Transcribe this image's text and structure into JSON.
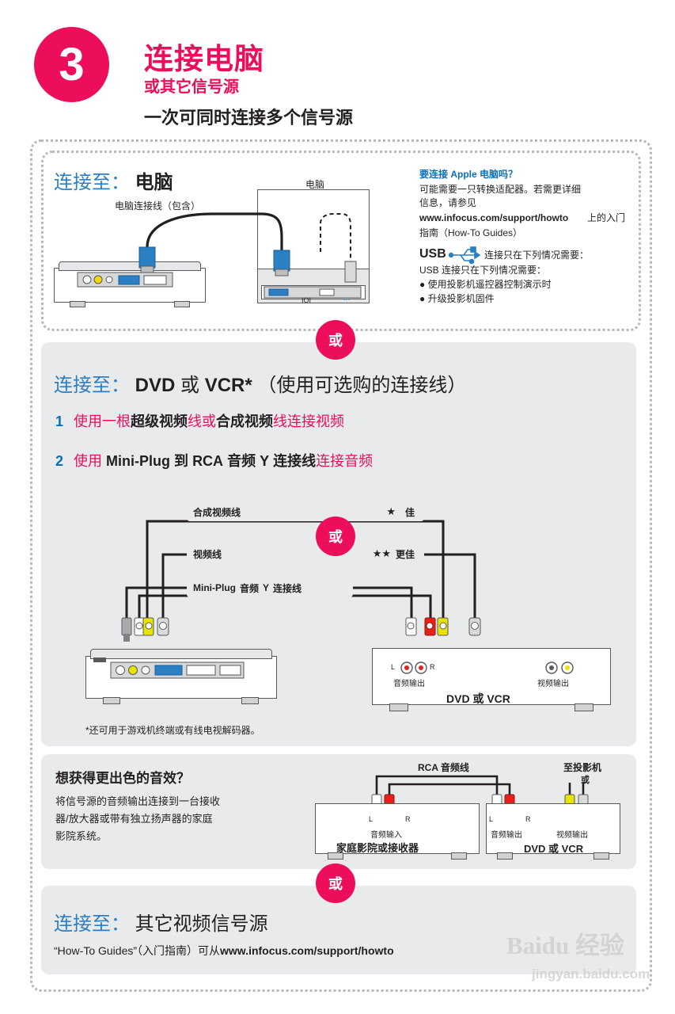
{
  "header": {
    "step_number": "3",
    "title": "连接电脑",
    "subtitle": "或其它信号源",
    "subtitle2": "一次可同时连接多个信号源"
  },
  "section_computer": {
    "heading_prefix": "连接至：",
    "heading_target": "电脑",
    "cable_label": "电脑连接线（包含）",
    "computer_label": "电脑",
    "apple_q": "要连接  Apple  电脑吗？",
    "apple_body1": "可能需要一只转换适配器。若需更详细",
    "apple_body2": "信息，请参见",
    "apple_url": "www.infocus.com/support/howto",
    "apple_body3": "上的入门",
    "apple_body4": "指南（How-To Guides）",
    "usb_label": "USB",
    "usb_note": "连接只在下列情况需要：",
    "usb_body": "USB  连接只在下列情况需要：",
    "usb_b1": "● 使用投影机遥控器控制演示时",
    "usb_b2": "● 升级投影机固件",
    "port_labels": [
      "IOI"
    ]
  },
  "or_badges": {
    "label": "或"
  },
  "section_dvd": {
    "heading_prefix": "连接至：",
    "heading_dvd": "DVD",
    "heading_or": "或",
    "heading_vcr": "VCR*",
    "heading_tail": "（使用可选购的连接线）",
    "step1_num": "1",
    "step1_a": "使用一根",
    "step1_b": "超级视频",
    "step1_c": "线或",
    "step1_d": "合成视频",
    "step1_e": "线连接视频",
    "step2_num": "2",
    "step2_a": "使用",
    "step2_b": "Mini-Plug",
    "step2_c": "到",
    "step2_d": "RCA",
    "step2_e": "音频",
    "step2_f": "Y",
    "step2_g": "连接线",
    "step2_h": "连接音频",
    "cap1_label": "合成视频线",
    "cap1_stars": "★",
    "cap1_rating": "佳",
    "cap2_label": "视频线",
    "cap2_stars": "★★",
    "cap2_rating": "更佳",
    "cap3_label": "Mini-Plug",
    "cap3_label2": "音频",
    "cap3_label3": "Y",
    "cap3_label4": "连接线",
    "dvd_box_label": "DVD 或 VCR",
    "audio_out_lr": [
      "L",
      "R"
    ],
    "audio_out_label": "音频输出",
    "video_out_label": "视频输出",
    "footnote": "*还可用于游戏机终端或有线电视解码器。"
  },
  "section_audio": {
    "heading": "想获得更出色的音效？",
    "body1": "将信号源的音频输出连接到一台接收",
    "body2": "器/放大器或带有独立扬声器的家庭",
    "body3": "影院系统。",
    "rca_label": "RCA 音频线",
    "to_proj_1": "至投影机",
    "to_proj_2": "或",
    "recv_lr": [
      "L",
      "R"
    ],
    "recv_in_label": "音频输入",
    "recv_box_label": "家庭影院或接收器",
    "dvd_lr": [
      "L",
      "R"
    ],
    "dvd_out_label": "音频输出",
    "dvd_video_out_label": "视频输出",
    "dvd_box_label": "DVD 或 VCR"
  },
  "section_other": {
    "heading_prefix": "连接至：",
    "heading_target": "其它视频信号源",
    "line_a": "“How-To Guides”（入门指南）可从",
    "line_b": "www.infocus.com/support/howto"
  },
  "watermark": {
    "big": "Baidu 经验",
    "small": "jingyan.baidu.com"
  },
  "colors": {
    "pink": "#ec0e5a",
    "blue": "#2b7fc3",
    "grey_panel": "#e9eaec",
    "dotted": "#b6b8ba"
  }
}
